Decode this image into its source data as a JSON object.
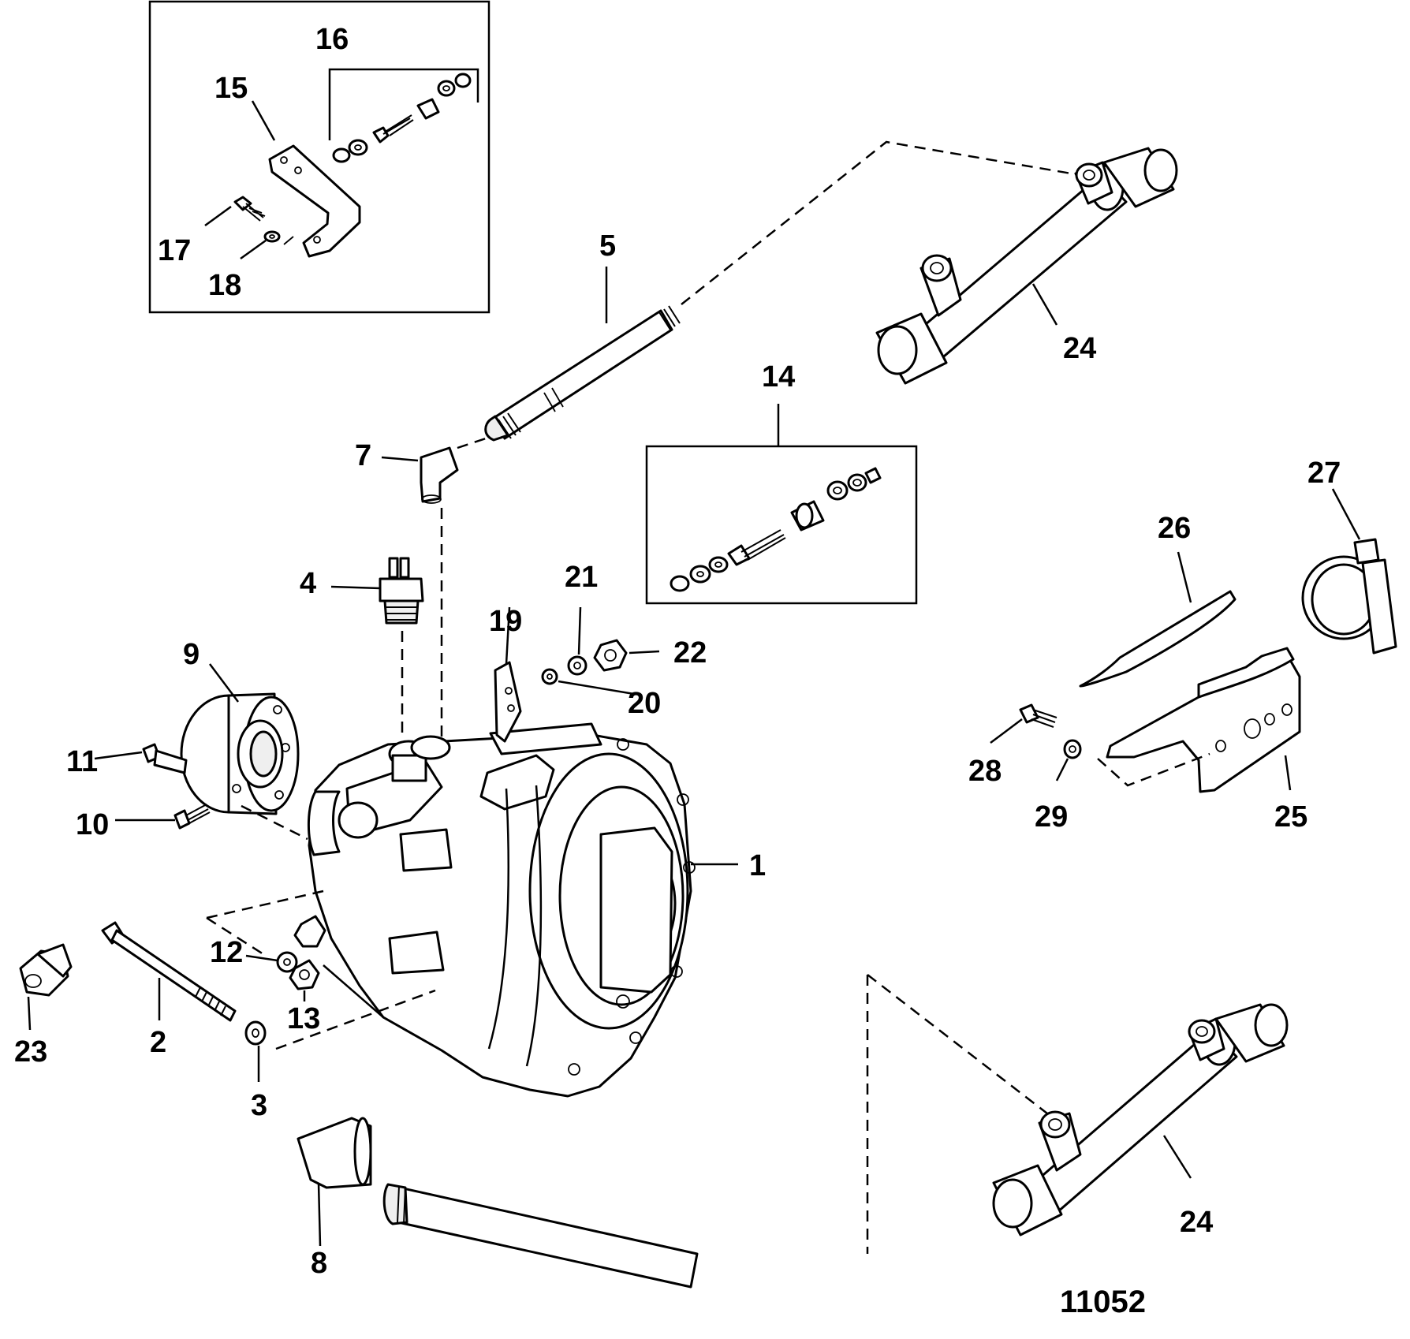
{
  "figure_number": "11052",
  "callouts": [
    {
      "id": "c16",
      "text": "16"
    },
    {
      "id": "c15",
      "text": "15"
    },
    {
      "id": "c17",
      "text": "17"
    },
    {
      "id": "c18",
      "text": "18"
    },
    {
      "id": "c5",
      "text": "5"
    },
    {
      "id": "c24a",
      "text": "24"
    },
    {
      "id": "c14",
      "text": "14"
    },
    {
      "id": "c7",
      "text": "7"
    },
    {
      "id": "c27",
      "text": "27"
    },
    {
      "id": "c26",
      "text": "26"
    },
    {
      "id": "c4",
      "text": "4"
    },
    {
      "id": "c21",
      "text": "21"
    },
    {
      "id": "c19",
      "text": "19"
    },
    {
      "id": "c22",
      "text": "22"
    },
    {
      "id": "c9",
      "text": "9"
    },
    {
      "id": "c20",
      "text": "20"
    },
    {
      "id": "c11",
      "text": "11"
    },
    {
      "id": "c28",
      "text": "28"
    },
    {
      "id": "c29",
      "text": "29"
    },
    {
      "id": "c25",
      "text": "25"
    },
    {
      "id": "c10",
      "text": "10"
    },
    {
      "id": "c1",
      "text": "1"
    },
    {
      "id": "c12",
      "text": "12"
    },
    {
      "id": "c13",
      "text": "13"
    },
    {
      "id": "c23",
      "text": "23"
    },
    {
      "id": "c2",
      "text": "2"
    },
    {
      "id": "c3",
      "text": "3"
    },
    {
      "id": "c8",
      "text": "8"
    },
    {
      "id": "c24b",
      "text": "24"
    }
  ]
}
